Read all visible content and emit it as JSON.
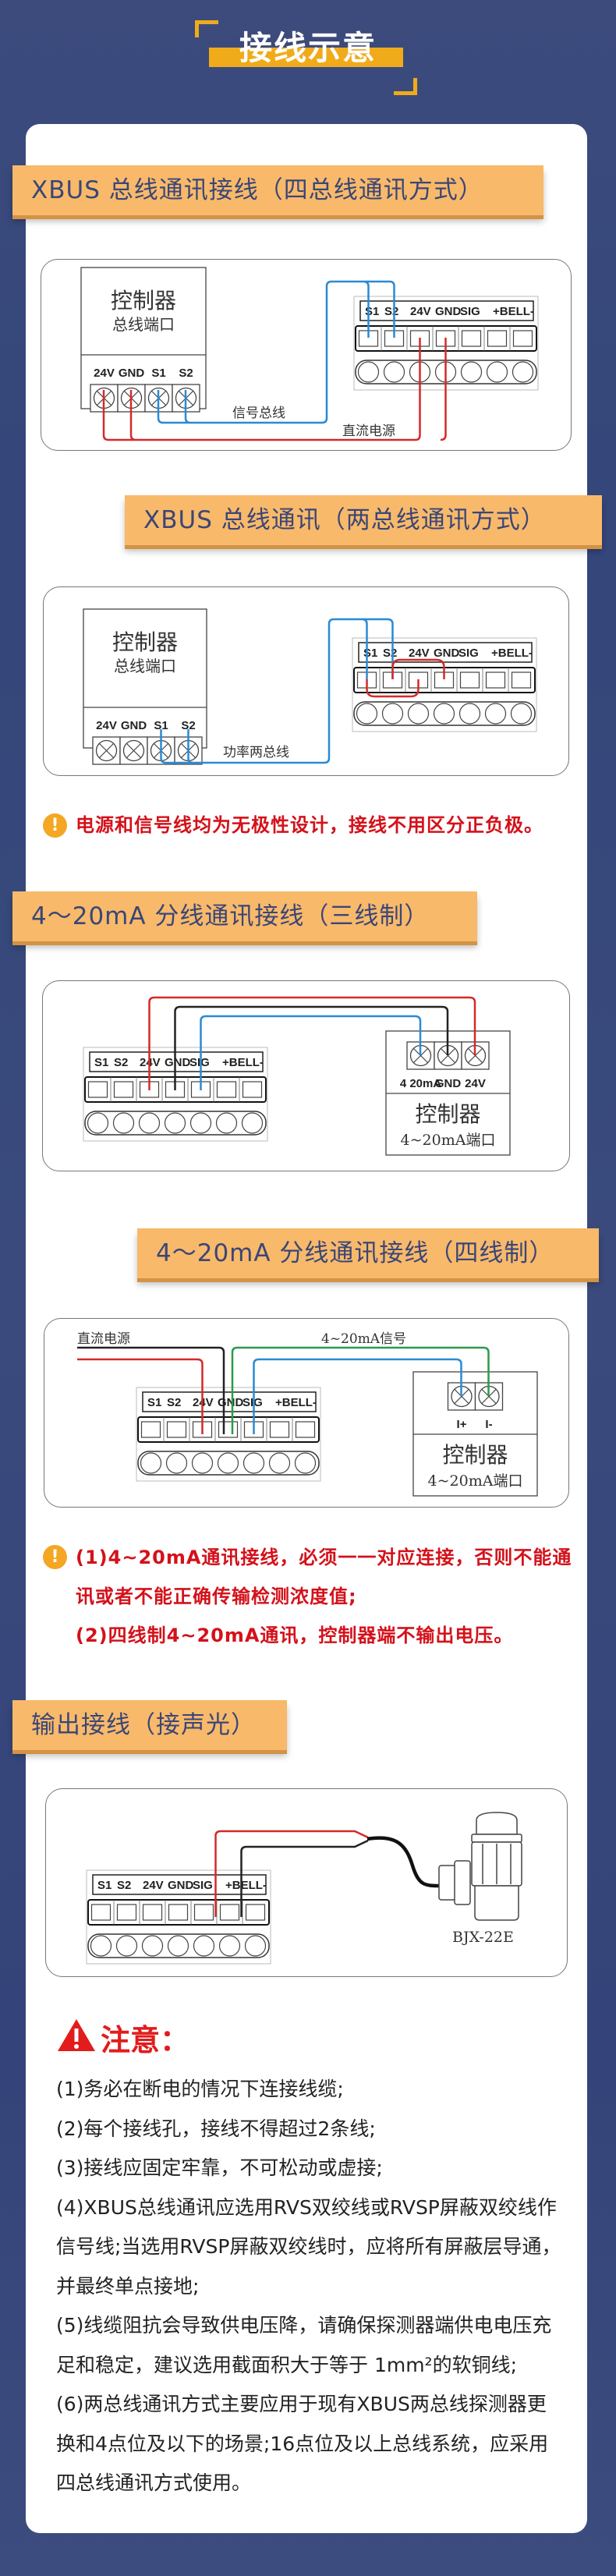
{
  "header": {
    "title": "接线示意"
  },
  "terminal_labels": [
    "S1",
    "S2",
    "24V",
    "GND",
    "SIG",
    "+BELL-"
  ],
  "sections": [
    {
      "title": "XBUS 总线通讯接线（四总线通讯方式）",
      "controller": {
        "name": "控制器",
        "port": "总线端口",
        "terminals": [
          "24V",
          "GND",
          "S1",
          "S2"
        ]
      },
      "wire_labels": {
        "signal": "信号总线",
        "power": "直流电源"
      }
    },
    {
      "title": "XBUS 总线通讯（两总线通讯方式）",
      "controller": {
        "name": "控制器",
        "port": "总线端口",
        "terminals": [
          "24V",
          "GND",
          "S1",
          "S2"
        ]
      },
      "wire_labels": {
        "bus": "功率两总线"
      }
    },
    {
      "title": "4～20mA 分线通讯接线（三线制）",
      "controller": {
        "name": "控制器",
        "port": "4~20mA端口",
        "terminals": [
          "4 20mA",
          "GND",
          "24V"
        ]
      }
    },
    {
      "title": "4～20mA 分线通讯接线（四线制）",
      "controller": {
        "name": "控制器",
        "port": "4~20mA端口",
        "terminals": [
          "I+",
          "I-"
        ]
      },
      "wire_labels": {
        "power": "直流电源",
        "signal": "4~20mA信号"
      }
    },
    {
      "title": "输出接线（接声光）",
      "device": "BJX-22E"
    }
  ],
  "warning_polarity": "电源和信号线均为无极性设计，接线不用区分正负极。",
  "warning_4_20": [
    "(1)4~20mA通讯接线，必须一一对应连接，否则不能通讯或者不能正确传输检测浓度值;",
    "(2)四线制4~20mA通讯，控制器端不输出电压。"
  ],
  "notes": {
    "title": "注意：",
    "items": [
      "(1)务必在断电的情况下连接线缆;",
      "(2)每个接线孔，接线不得超过2条线;",
      "(3)接线应固定牢靠，不可松动或虚接;",
      "(4)XBUS总线通讯应选用RVS双绞线或RVSP屏蔽双绞线作信号线;当选用RVSP屏蔽双绞线时，应将所有屏蔽层导通，并最终单点接地;",
      "(5)线缆阻抗会导致供电压降，请确保探测器端供电电压充足和稳定，建议选用截面积大于等于 1mm²的软铜线;",
      "(6)两总线通讯方式主要应用于现有XBUS两总线探测器更换和4点位及以下的场景;16点位及以上总线系统，应采用四总线通讯方式使用。"
    ]
  },
  "colors": {
    "banner": "#f8b96a",
    "accent": "#f0ab1a",
    "warn": "#d4111a",
    "wire_red": "#d42a2a",
    "wire_blue": "#2a8ad4",
    "wire_green": "#2a9a4a"
  }
}
